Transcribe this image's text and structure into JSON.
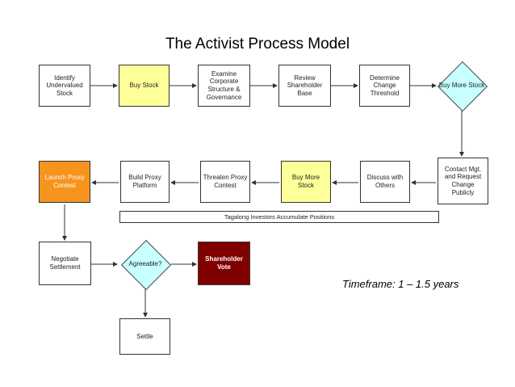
{
  "diagram": {
    "title": "The Activist Process Model",
    "nodes": {
      "identify": "Identify Undervalued Stock",
      "buy_stock": "Buy Stock",
      "examine": "Examine Corporate Structure & Governance",
      "review": "Review Shareholder Base",
      "determine": "Determine Change Threshold",
      "buy_more_top": "Buy More Stock",
      "contact": "Contact Mgt. and Request Change Publicly",
      "discuss": "Discuss with Others",
      "buy_more_mid": "Buy More Stock",
      "threaten": "Threaten Proxy Contest",
      "build": "Build Proxy Platform",
      "launch": "Launch Proxy Contest",
      "tagalong": "Tagalong Investors Accumulate Positions",
      "negotiate": "Negotiate Settlement",
      "agreeable": "Agreeable?",
      "shareholder_vote": "Shareholder Vote",
      "settle": "Settle"
    },
    "timeframe": "Timeframe: 1 – 1.5 years",
    "colors": {
      "highlight_yellow": "#ffff99",
      "launch_orange": "#f7941d",
      "vote_maroon": "#800000",
      "decision_cyan": "#c8ffff"
    }
  }
}
